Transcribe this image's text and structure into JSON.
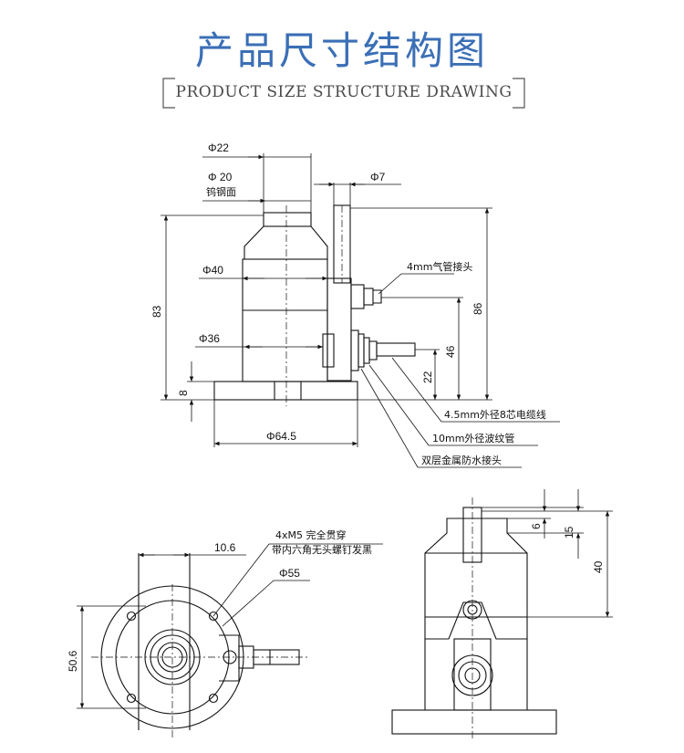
{
  "header": {
    "title": "产品尺寸结构图",
    "subtitle": "PRODUCT SIZE STRUCTURE DRAWING"
  },
  "front_view": {
    "dims": {
      "d22": "Φ22",
      "d20": "Φ 20",
      "d20_note": "钨钢面",
      "d7": "Φ7",
      "d40": "Φ40",
      "d36": "Φ36",
      "d64": "Φ64.5",
      "h83": "83",
      "h86": "86",
      "h46": "46",
      "h22": "22",
      "h8": "8"
    },
    "callouts": {
      "air": "4mm气管接头",
      "cable": "4.5mm外径8芯电缆线",
      "conduit": "10mm外径波纹管",
      "joint": "双层金属防水接头"
    }
  },
  "bottom_view": {
    "dims": {
      "d106": "10.6",
      "screw1": "4xM5  完全贯穿",
      "screw2": "带内六角无头螺钉发黑",
      "d55": "Φ55",
      "h506": "50.6"
    }
  },
  "side_view": {
    "dims": {
      "h6": "6",
      "h15": "15",
      "h40": "40"
    }
  },
  "colors": {
    "title": "#3b6fb6",
    "line": "#111111"
  }
}
